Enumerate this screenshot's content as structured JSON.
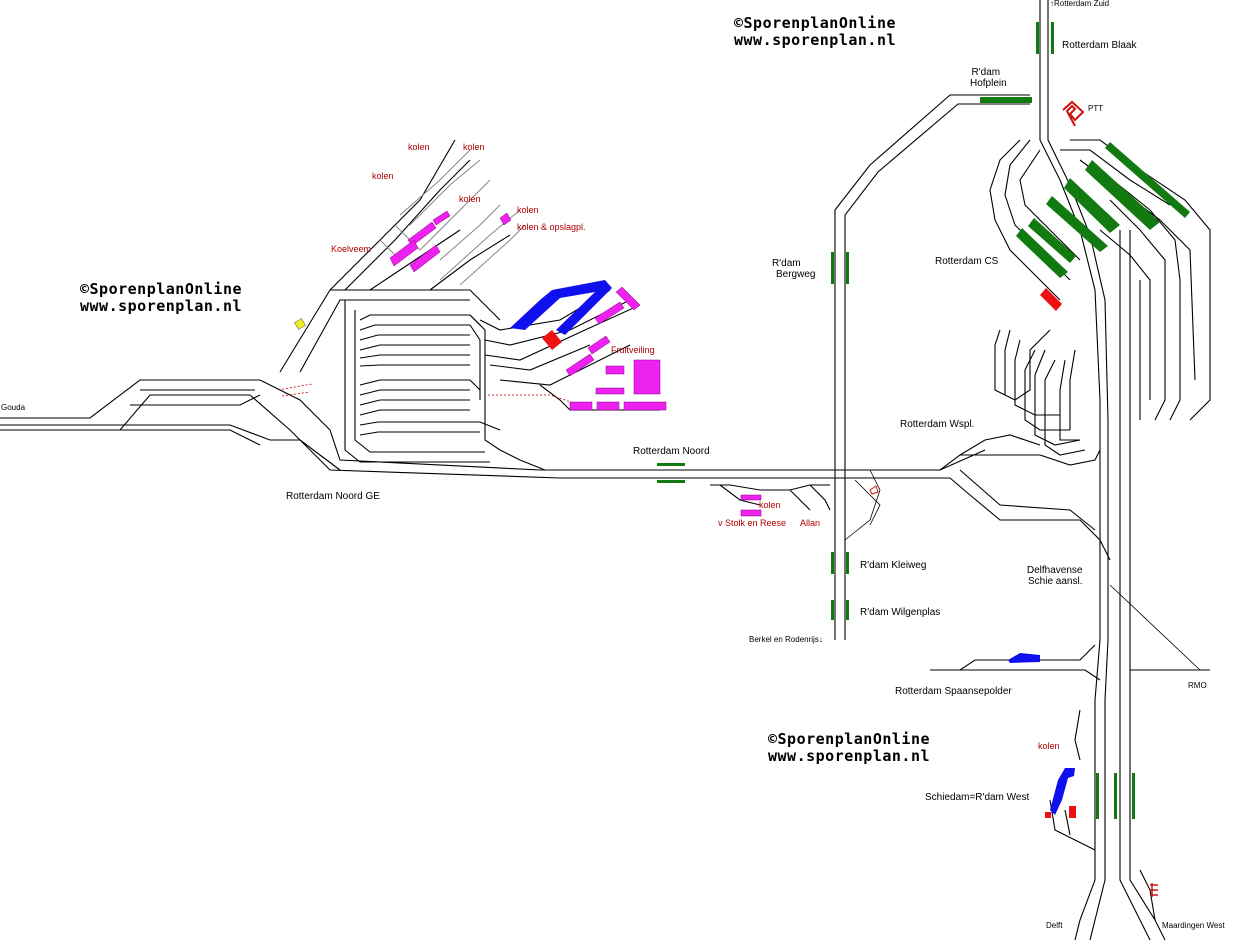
{
  "watermarks": [
    {
      "line1": "©SporenplanOnline",
      "line2": "www.sporenplan.nl"
    },
    {
      "line1": "©SporenplanOnline",
      "line2": "www.sporenplan.nl"
    },
    {
      "line1": "©SporenplanOnline",
      "line2": "www.sporenplan.nl"
    }
  ],
  "stations": {
    "rotterdam_zuid": "↑Rotterdam Zuid",
    "rotterdam_blaak": "Rotterdam Blaak",
    "hofplein_1": "R'dam",
    "hofplein_2": "Hofplein",
    "ptt": "PTT",
    "bergweg_1": "R'dam",
    "bergweg_2": "Bergweg",
    "rotterdam_cs": "Rotterdam CS",
    "rotterdam_noord": "Rotterdam Noord",
    "rotterdam_noord_ge": "Rotterdam Noord GE",
    "rotterdam_wspl": "Rotterdam Wspl.",
    "kleiweg": "R'dam Kleiweg",
    "wilgenplas": "R'dam Wilgenplas",
    "berkel": "Berkel en Rodenrijs↓",
    "delfshavense_1": "Delfhavense",
    "delfshavense_2": "Schie aansl.",
    "spaansepolder": "Rotterdam Spaansepolder",
    "rmo": "RMO",
    "schiedam": "Schiedam=R'dam West",
    "delft": "Delft",
    "maardingen": "Maardingen West",
    "gouda": "Gouda"
  },
  "sidings": {
    "kolen_1": "kolen",
    "kolen_2": "kolen",
    "kolen_3": "kolen",
    "kolen_4": "kolen",
    "kolen_5": "kolen",
    "kolen_opslag": "kolen & opslagpl.",
    "koelveem": "Koelveem",
    "fruitveiling": "Fruitveiling",
    "kolen_stolk": "kolen",
    "v_stolk": "v Stolk en Reese",
    "allan": "Allan",
    "kolen_schiedam": "kolen"
  },
  "colors": {
    "track": "#000000",
    "platform": "#117a11",
    "industry": "#ee22ee",
    "blue_area": "#1010ee",
    "red_area": "#ee1111",
    "siding_label": "#b00000"
  }
}
